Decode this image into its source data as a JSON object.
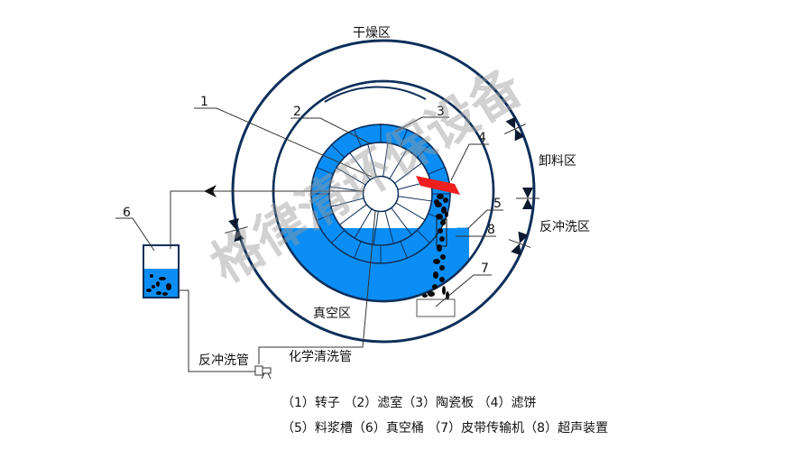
{
  "zones": {
    "drying": "干燥区",
    "discharge": "卸料区",
    "backwash_zone": "反冲洗区",
    "vacuum": "真空区",
    "chem_pipe": "化学清洗管",
    "backwash_pipe": "反冲洗管"
  },
  "numbers": [
    "1",
    "2",
    "3",
    "4",
    "5",
    "6",
    "7",
    "8"
  ],
  "legend": {
    "line1": "（1）转子 （2）滤室（3）陶瓷板 （4）滤饼",
    "line2": "（5）料浆槽（6）真空桶 （7）皮带传输机（8）超声装置"
  },
  "watermark": "格律清环保设备",
  "colors": {
    "liquid": "#0a8ef5",
    "outline": "#0d2f5a",
    "scraper": "#f01e1e"
  }
}
